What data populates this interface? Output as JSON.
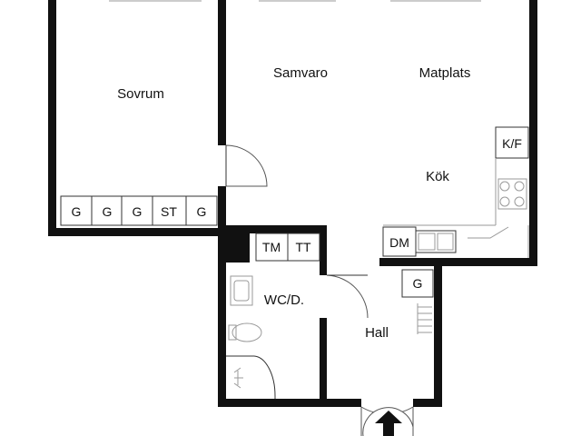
{
  "rooms": {
    "sovrum": "Sovrum",
    "samvaro": "Samvaro",
    "matplats": "Matplats",
    "kok": "Kök",
    "wc": "WC/D.",
    "hall": "Hall"
  },
  "fixtures": {
    "wardrobes": [
      "G",
      "G",
      "G",
      "ST",
      "G"
    ],
    "kf": "K/F",
    "dm": "DM",
    "tm": "TM",
    "tt": "TT",
    "hall_wardrobe": "G"
  },
  "colors": {
    "wall": "#111111",
    "background": "#ffffff"
  }
}
